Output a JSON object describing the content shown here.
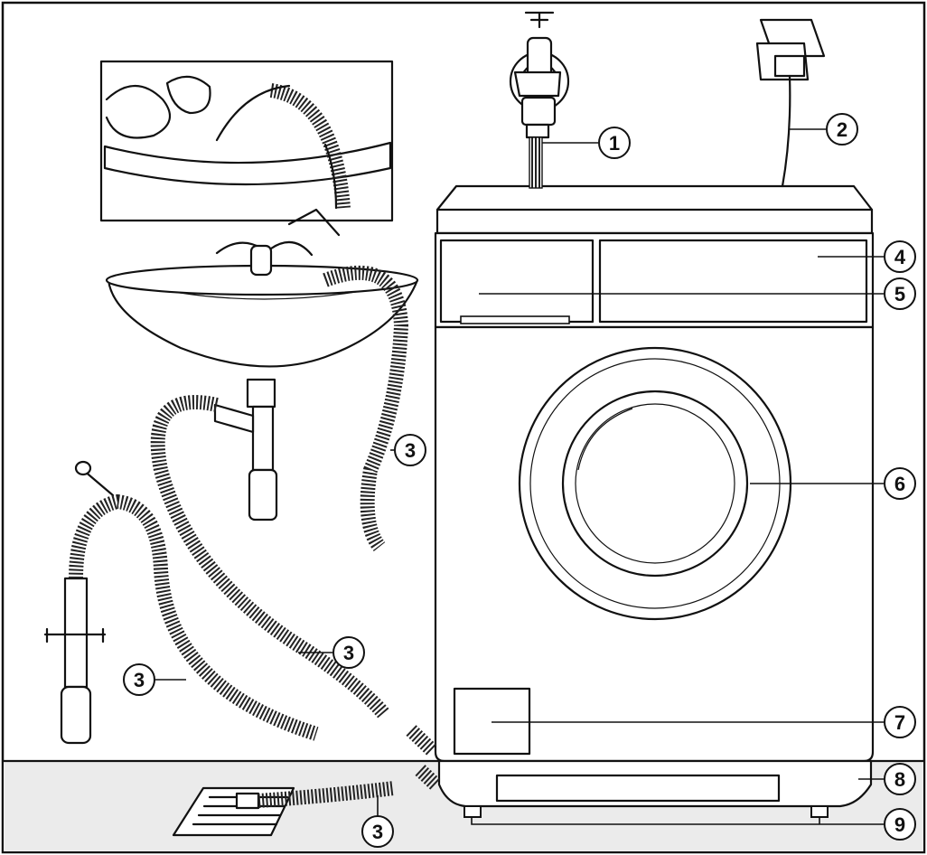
{
  "callouts": [
    {
      "id": "1",
      "label": "1"
    },
    {
      "id": "2",
      "label": "2"
    },
    {
      "id": "3",
      "label": "3"
    },
    {
      "id": "4",
      "label": "4"
    },
    {
      "id": "5",
      "label": "5"
    },
    {
      "id": "6",
      "label": "6"
    },
    {
      "id": "7",
      "label": "7"
    },
    {
      "id": "8",
      "label": "8"
    },
    {
      "id": "9",
      "label": "9"
    }
  ],
  "colors": {
    "floor": "#ebebeb",
    "ink": "#111111",
    "background": "#ffffff"
  }
}
